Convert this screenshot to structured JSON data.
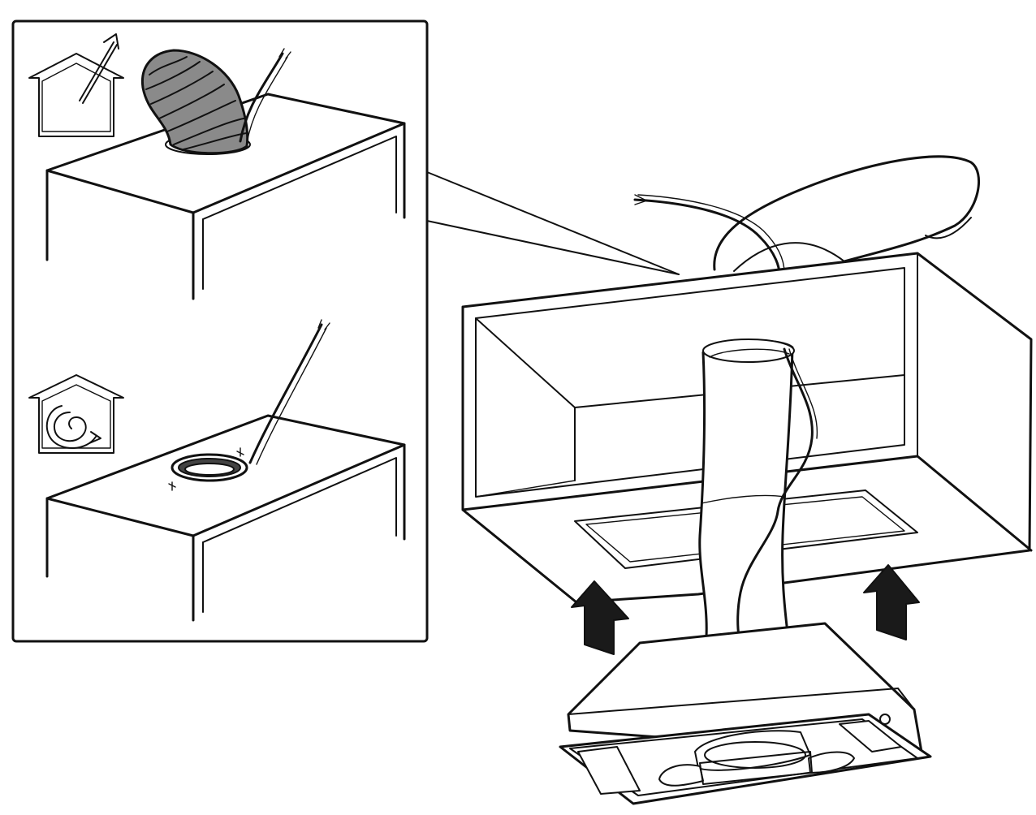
{
  "figure": {
    "type": "installation-diagram",
    "inset_variants": [
      {
        "mode": "ducted-extraction",
        "icon": "house-extraction-arrow-icon"
      },
      {
        "mode": "recirculation",
        "icon": "house-recirculation-spiral-icon"
      }
    ],
    "colors": {
      "line": "#111111",
      "background": "#ffffff",
      "duct": "#8a8a8a",
      "arrow": "#1a1a1a"
    }
  }
}
